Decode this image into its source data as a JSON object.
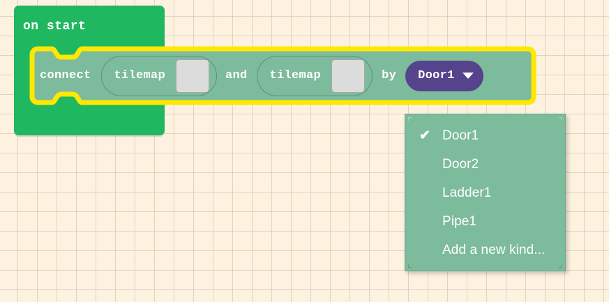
{
  "workspace": {
    "background_color": "#fdf2e0",
    "grid_line_color": "#cbbaa0",
    "grid_size": 28
  },
  "blocks": {
    "on_start": {
      "label": "on start",
      "color": "#20b761",
      "text_color": "#ffffff"
    },
    "connect": {
      "highlight_color": "#ffe800",
      "body_color": "#7dbb9d",
      "words": {
        "connect": "connect",
        "and": "and",
        "by": "by"
      },
      "inputs": [
        {
          "label": "tilemap",
          "preview": "tilemap-preview-empty"
        },
        {
          "label": "tilemap",
          "preview": "tilemap-preview-empty"
        }
      ],
      "kind_field": {
        "value": "Door1",
        "color": "#56438b",
        "caret": "chevron-down-icon"
      }
    }
  },
  "dropdown": {
    "background_color": "#7dbb9d",
    "selected": "Door1",
    "items": [
      {
        "label": "Door1",
        "checked": true,
        "check_glyph": "✔"
      },
      {
        "label": "Door2",
        "checked": false,
        "check_glyph": "✔"
      },
      {
        "label": "Ladder1",
        "checked": false,
        "check_glyph": "✔"
      },
      {
        "label": "Pipe1",
        "checked": false,
        "check_glyph": "✔"
      },
      {
        "label": "Add a new kind...",
        "checked": false,
        "check_glyph": "✔"
      }
    ]
  }
}
